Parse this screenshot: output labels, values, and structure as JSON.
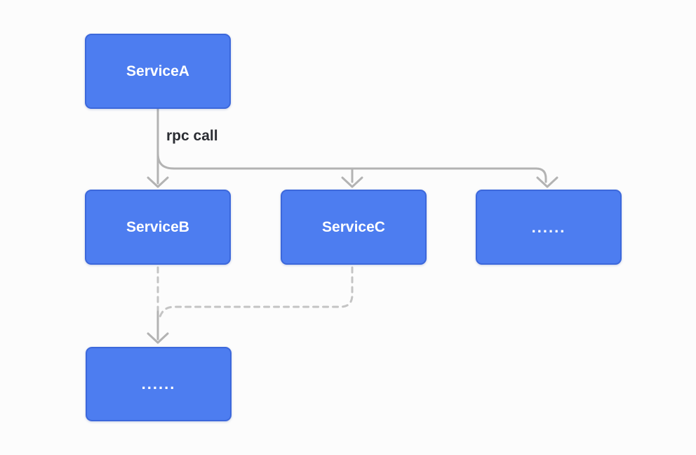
{
  "diagram": {
    "nodes": {
      "service_a": {
        "label": "ServiceA"
      },
      "service_b": {
        "label": "ServiceB"
      },
      "service_c": {
        "label": "ServiceC"
      },
      "service_more": {
        "label": "......"
      },
      "downstream_more": {
        "label": "......"
      }
    },
    "edges": {
      "rpc_label": "rpc call",
      "a_to_b": "solid arrow",
      "a_to_c": "solid arrow (branch)",
      "a_to_more": "solid arrow (branch)",
      "b_to_downstream": "dashed then solid arrow",
      "c_to_downstream": "dashed, merges into b-to-downstream"
    },
    "colors": {
      "background": "#FCFCFC",
      "node_fill": "#4D7DF0",
      "node_border": "#3C68DB",
      "node_text": "#FFFFFF",
      "connector_solid": "#B3B3B3",
      "connector_dashed": "#C4C4C4",
      "edge_label_text": "#2B2D33"
    }
  }
}
